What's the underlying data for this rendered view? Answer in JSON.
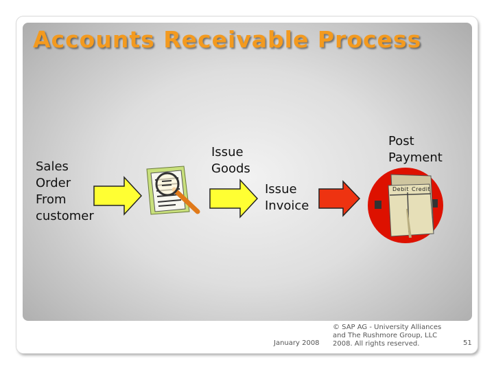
{
  "slide": {
    "title": "Accounts Receivable Process",
    "steps": [
      {
        "label_lines": [
          "Sales",
          "Order",
          "From",
          "customer"
        ]
      },
      {
        "label_lines": [
          "Issue",
          "Goods"
        ]
      },
      {
        "label_lines": [
          "Issue",
          "Invoice"
        ]
      },
      {
        "label_lines": [
          "Post",
          "Payment"
        ]
      }
    ],
    "ledger_labels": {
      "debit": "Debit",
      "credit": "Credit"
    }
  },
  "footer": {
    "date": "January 2008",
    "copyright_lines": [
      "© SAP AG - University Alliances",
      "and The Rushmore Group, LLC",
      "2008. All rights reserved."
    ],
    "page_number": "51"
  },
  "colors": {
    "title": "#f39a1f",
    "arrow_fill": "#ffff33",
    "arrow_stroke": "#222222",
    "red_arrow": "#ee3311",
    "red_circle": "#dd1100"
  },
  "icons": [
    "document-magnifier-icon",
    "ledger-folder-icon"
  ]
}
